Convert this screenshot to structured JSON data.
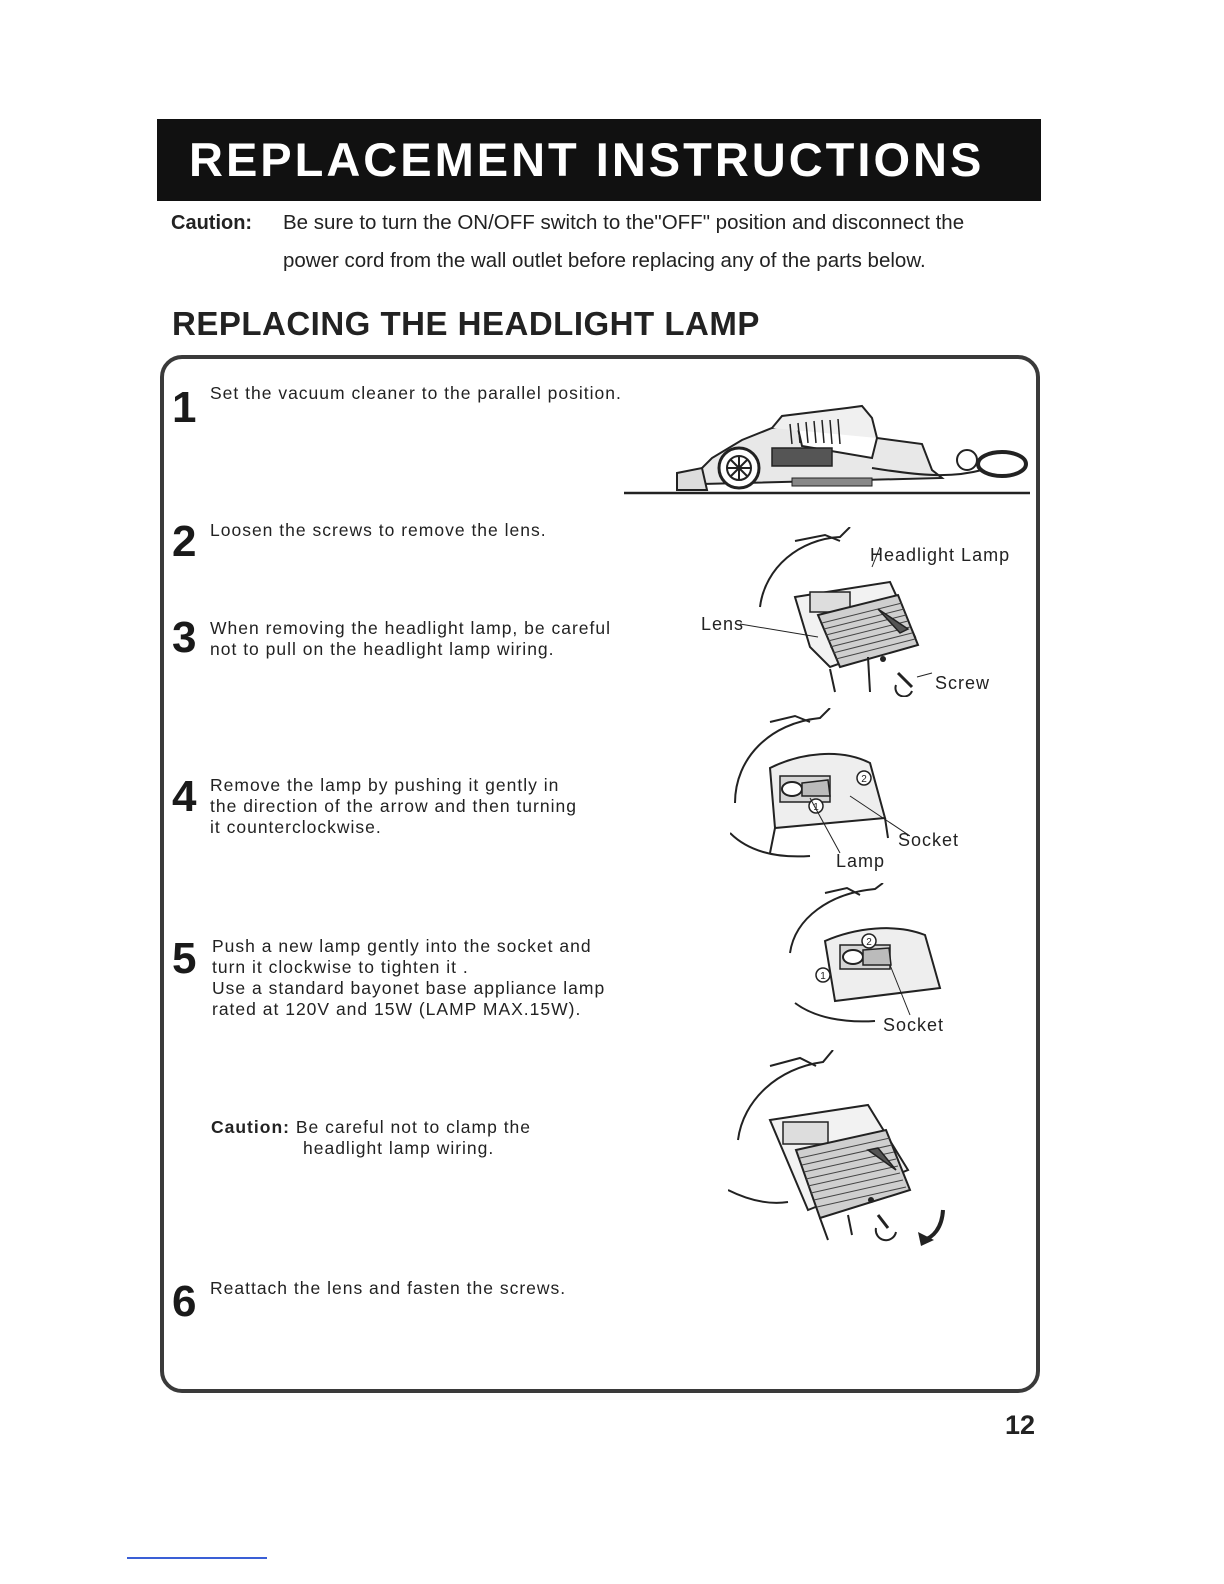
{
  "header": {
    "banner_title": "REPLACEMENT  INSTRUCTIONS",
    "caution_label": "Caution:",
    "caution_line1": "Be sure to turn the ON/OFF  switch to the\"OFF\" position and disconnect  the",
    "caution_line2": "power  cord  from the wall outlet  before  replacing  any  of the parts below."
  },
  "section": {
    "title": "REPLACING THE HEADLIGHT LAMP"
  },
  "steps": [
    {
      "number": "1",
      "lines": [
        "Set the vacuum  cleaner to the parallel  position."
      ]
    },
    {
      "number": "2",
      "lines": [
        "Loosen  the  screws  to remove  the  lens."
      ]
    },
    {
      "number": "3",
      "lines": [
        "When  removing the headlight lamp, be careful",
        "not  to  pull  on  the   headlight lamp wiring."
      ]
    },
    {
      "number": "4",
      "lines": [
        "Remove  the  lamp by pushing  it gently  in",
        "the  direction of the  arrow  and then turning",
        "it counterclockwise."
      ]
    },
    {
      "number": "5",
      "lines": [
        "Push a new lamp gently  into  the  socket and",
        "turn it clockwise to tighten it .",
        "Use a  standard  bayonet  base  appliance lamp",
        "rated at  120V and 15W (LAMP  MAX.15W)."
      ]
    },
    {
      "number": "6",
      "lines": [
        "Reattach   the  lens  and  fasten  the  screws."
      ]
    }
  ],
  "inner_caution": {
    "label": "Caution:",
    "line1": "Be careful not to clamp the",
    "line2": "headlight  lamp wiring."
  },
  "callouts": {
    "headlight_lamp": "Headlight Lamp",
    "lens": "Lens",
    "screw": "Screw",
    "socket_a": "Socket",
    "lamp": "Lamp",
    "socket_b": "Socket",
    "marker_1": "1",
    "marker_2": "2"
  },
  "page_number": "12"
}
